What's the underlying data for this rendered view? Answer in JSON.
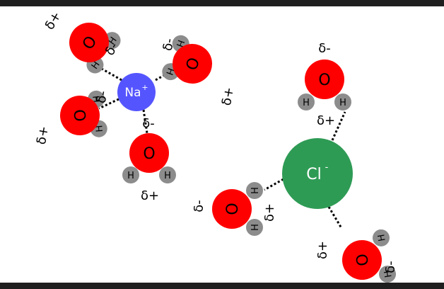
{
  "colors": {
    "oxygen": "#ff0000",
    "hydrogen": "#8c8c8c",
    "sodium": "#5555ff",
    "chloride": "#2e9b55",
    "bond": "#000000"
  },
  "labels": {
    "O": "O",
    "H": "H",
    "delta_minus": "δ-",
    "delta_plus": "δ+",
    "sodium": "Na",
    "sodium_charge": "+",
    "chloride": "Cl",
    "chloride_charge": "-"
  }
}
